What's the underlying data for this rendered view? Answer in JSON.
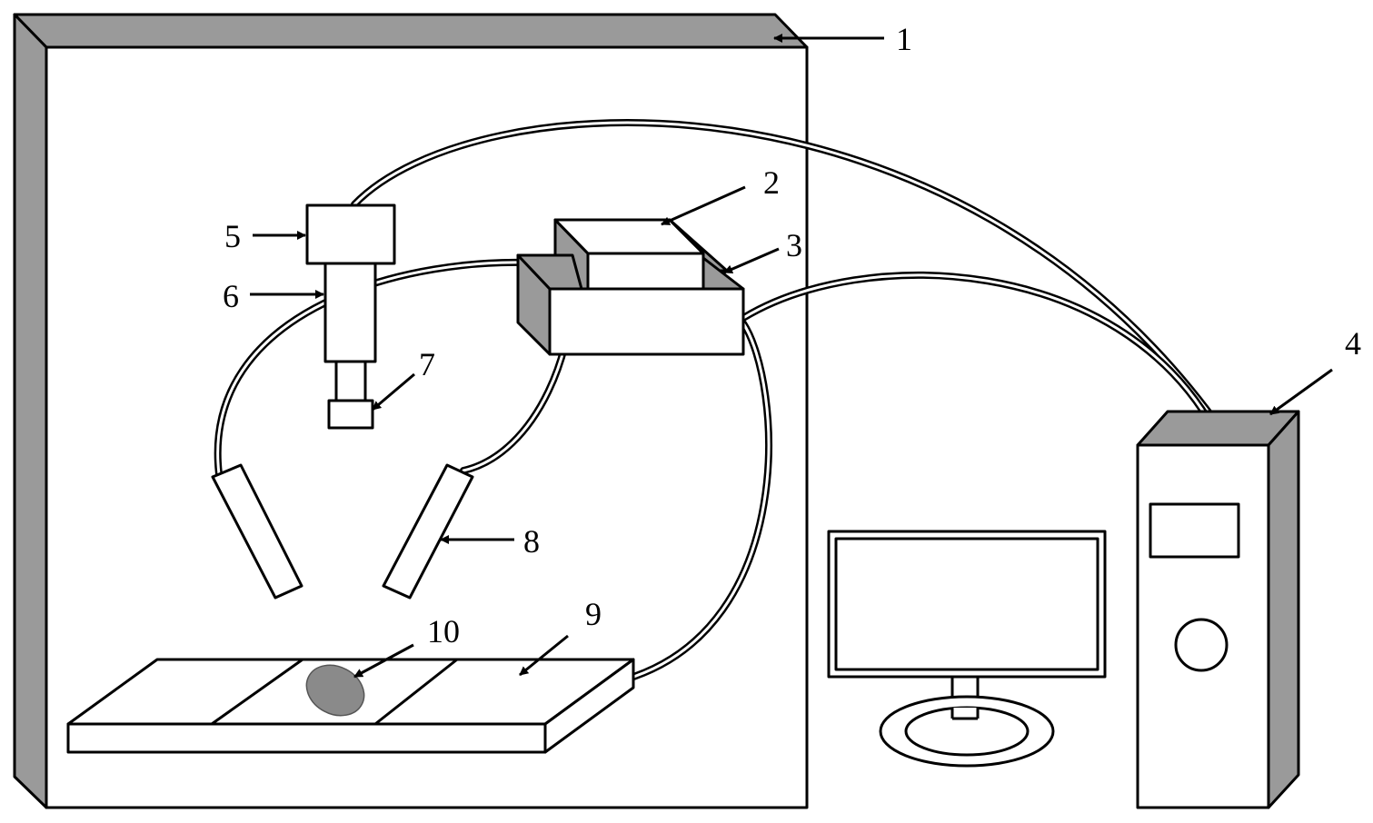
{
  "colors": {
    "shade": "#9a9a9a",
    "line": "#000000",
    "fill": "#ffffff",
    "sample": "#8a8a8a"
  },
  "labels": {
    "enclosure": "1",
    "light_source_upper": "2",
    "light_source_lower": "3",
    "computer": "4",
    "camera": "5",
    "lens_tube": "6",
    "lens": "7",
    "light_guide": "8",
    "stage": "9",
    "sample": "10"
  }
}
